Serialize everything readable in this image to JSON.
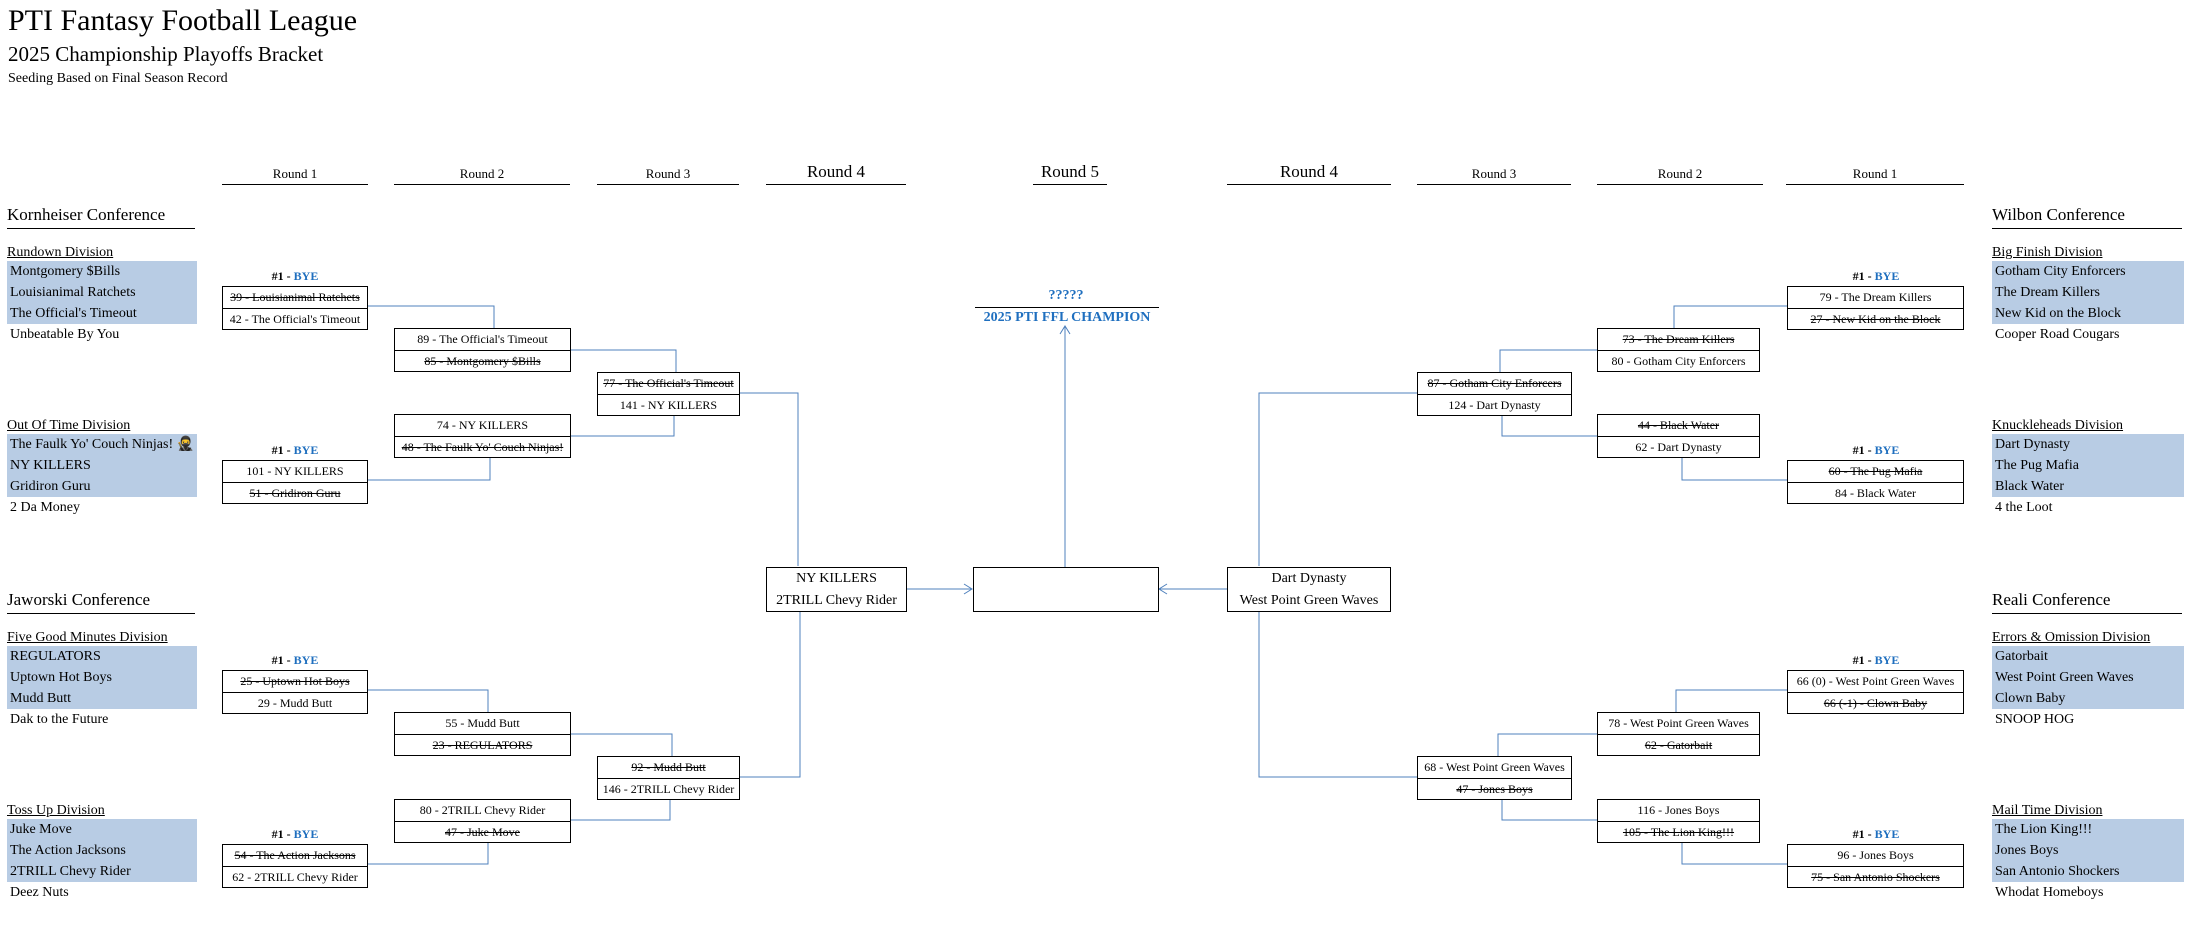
{
  "header": {
    "title": "PTI Fantasy Football League",
    "subtitle": "2025 Championship Playoffs Bracket",
    "note": "Seeding Based on Final Season Record"
  },
  "rounds_left": [
    "Round 1",
    "Round 2",
    "Round 3",
    "Round 4"
  ],
  "round_center": "Round 5",
  "rounds_right": [
    "Round 4",
    "Round 3",
    "Round 2",
    "Round 1"
  ],
  "bye_label": "#1 - ",
  "bye_word": "BYE",
  "conferences": {
    "kornheiser": "Kornheiser Conference",
    "jaworski": "Jaworski Conference",
    "wilbon": "Wilbon Conference",
    "reali": "Reali Conference"
  },
  "divisions": {
    "rundown": {
      "title": "Rundown Division",
      "teams": [
        "Montgomery $Bills",
        "Louisianimal Ratchets",
        "The Official's Timeout",
        "Unbeatable By You"
      ]
    },
    "out_of_time": {
      "title": "Out Of Time Division",
      "teams": [
        "The Faulk Yo' Couch Ninjas! 🥷",
        "NY KILLERS",
        "Gridiron Guru",
        "2 Da Money"
      ]
    },
    "five_good": {
      "title": "Five Good Minutes Division",
      "teams": [
        "REGULATORS",
        "Uptown Hot Boys",
        "Mudd Butt",
        "Dak to the Future"
      ]
    },
    "toss_up": {
      "title": "Toss Up Division",
      "teams": [
        "Juke Move",
        "The Action Jacksons",
        "2TRILL Chevy Rider",
        "Deez Nuts"
      ]
    },
    "big_finish": {
      "title": "Big Finish Division",
      "teams": [
        "Gotham City Enforcers",
        "The Dream Killers",
        "New Kid on the Block",
        "Cooper Road Cougars"
      ]
    },
    "knuckleheads": {
      "title": "Knuckleheads Division",
      "teams": [
        "Dart Dynasty",
        "The Pug Mafia",
        "Black Water",
        "4 the Loot"
      ]
    },
    "errors": {
      "title": "Errors & Omission Division",
      "teams": [
        "Gatorbait",
        "West Point Green Waves",
        "Clown Baby",
        "SNOOP HOG"
      ]
    },
    "mail_time": {
      "title": "Mail Time Division",
      "teams": [
        "The Lion King!!!",
        "Jones Boys",
        "San Antonio Shockers",
        "Whodat Homeboys"
      ]
    }
  },
  "matches": {
    "L_R1_1": [
      "39 - Louisianimal Ratchets",
      "42 - The Official's Timeout"
    ],
    "L_R1_2": [
      "101 - NY KILLERS",
      "51 - Gridiron Guru"
    ],
    "L_R1_3": [
      "25 - Uptown Hot Boys",
      "29 - Mudd Butt"
    ],
    "L_R1_4": [
      "54 - The Action Jacksons",
      "62 - 2TRILL Chevy Rider"
    ],
    "L_R2_1": [
      "89 - The Official's Timeout",
      "85 - Montgomery $Bills"
    ],
    "L_R2_2": [
      "74 - NY KILLERS",
      "48 - The Faulk Yo' Couch Ninjas!"
    ],
    "L_R2_3": [
      "55 - Mudd Butt",
      "23 - REGULATORS"
    ],
    "L_R2_4": [
      "80 - 2TRILL Chevy Rider",
      "47 - Juke Move"
    ],
    "L_R3_1": [
      "77 - The Official's Timeout",
      "141 - NY KILLERS"
    ],
    "L_R3_2": [
      "92 - Mudd Butt",
      "146 - 2TRILL Chevy Rider"
    ],
    "L_R4": [
      "NY KILLERS",
      "2TRILL Chevy Rider"
    ],
    "R_R1_1": [
      "79 - The Dream Killers",
      "27 - New Kid on the Block"
    ],
    "R_R1_2": [
      "60 - The Pug Mafia",
      "84 - Black Water"
    ],
    "R_R1_3": [
      "66 (0) - West Point Green Waves",
      "66 (-1) - Clown Baby"
    ],
    "R_R1_4": [
      "96 - Jones Boys",
      "75 - San Antonio Shockers"
    ],
    "R_R2_1": [
      "73 - The Dream Killers",
      "80 - Gotham City Enforcers"
    ],
    "R_R2_2": [
      "44 - Black Water",
      "62 - Dart Dynasty"
    ],
    "R_R2_3": [
      "78 -  West Point Green Waves",
      "62 - Gatorbait"
    ],
    "R_R2_4": [
      "116 - Jones Boys",
      "105 - The Lion King!!!"
    ],
    "R_R3_1": [
      "87 - Gotham City Enforcers",
      "124 - Dart Dynasty"
    ],
    "R_R3_2": [
      "68 - West Point Green Waves",
      "47 - Jones Boys"
    ],
    "R_R4": [
      "Dart Dynasty",
      "West Point Green Waves"
    ]
  },
  "champion": {
    "name": "?????",
    "label": "2025 PTI FFL CHAMPION"
  },
  "colors": {
    "highlight": "#b8cce4",
    "accent": "#1f6fbf",
    "connector": "#4f81bd"
  }
}
